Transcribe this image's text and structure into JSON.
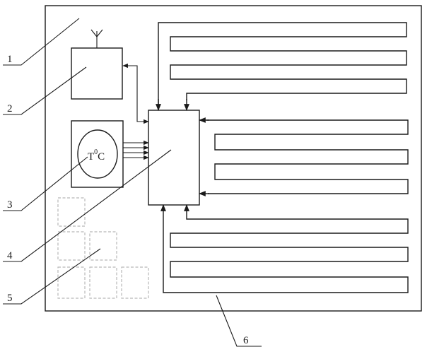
{
  "colors": {
    "ink": "#1a1a1a",
    "dashed_cells": "#b8b8b8",
    "background": "#ffffff"
  },
  "callouts": [
    {
      "id": "1",
      "label": "1",
      "target": "board-outline"
    },
    {
      "id": "2",
      "label": "2",
      "target": "transmitter-module"
    },
    {
      "id": "3",
      "label": "3",
      "target": "temperature-sensor"
    },
    {
      "id": "4",
      "label": "4",
      "target": "controller-block"
    },
    {
      "id": "5",
      "label": "5",
      "target": "dashed-cell-grid"
    },
    {
      "id": "6",
      "label": "6",
      "target": "heating-element-serpentine"
    }
  ],
  "sensor": {
    "text": "T",
    "superscript": "0",
    "unit": "C"
  },
  "icons": [
    "antenna-icon",
    "bidirectional-arrow-icon",
    "arrowhead-icon"
  ]
}
